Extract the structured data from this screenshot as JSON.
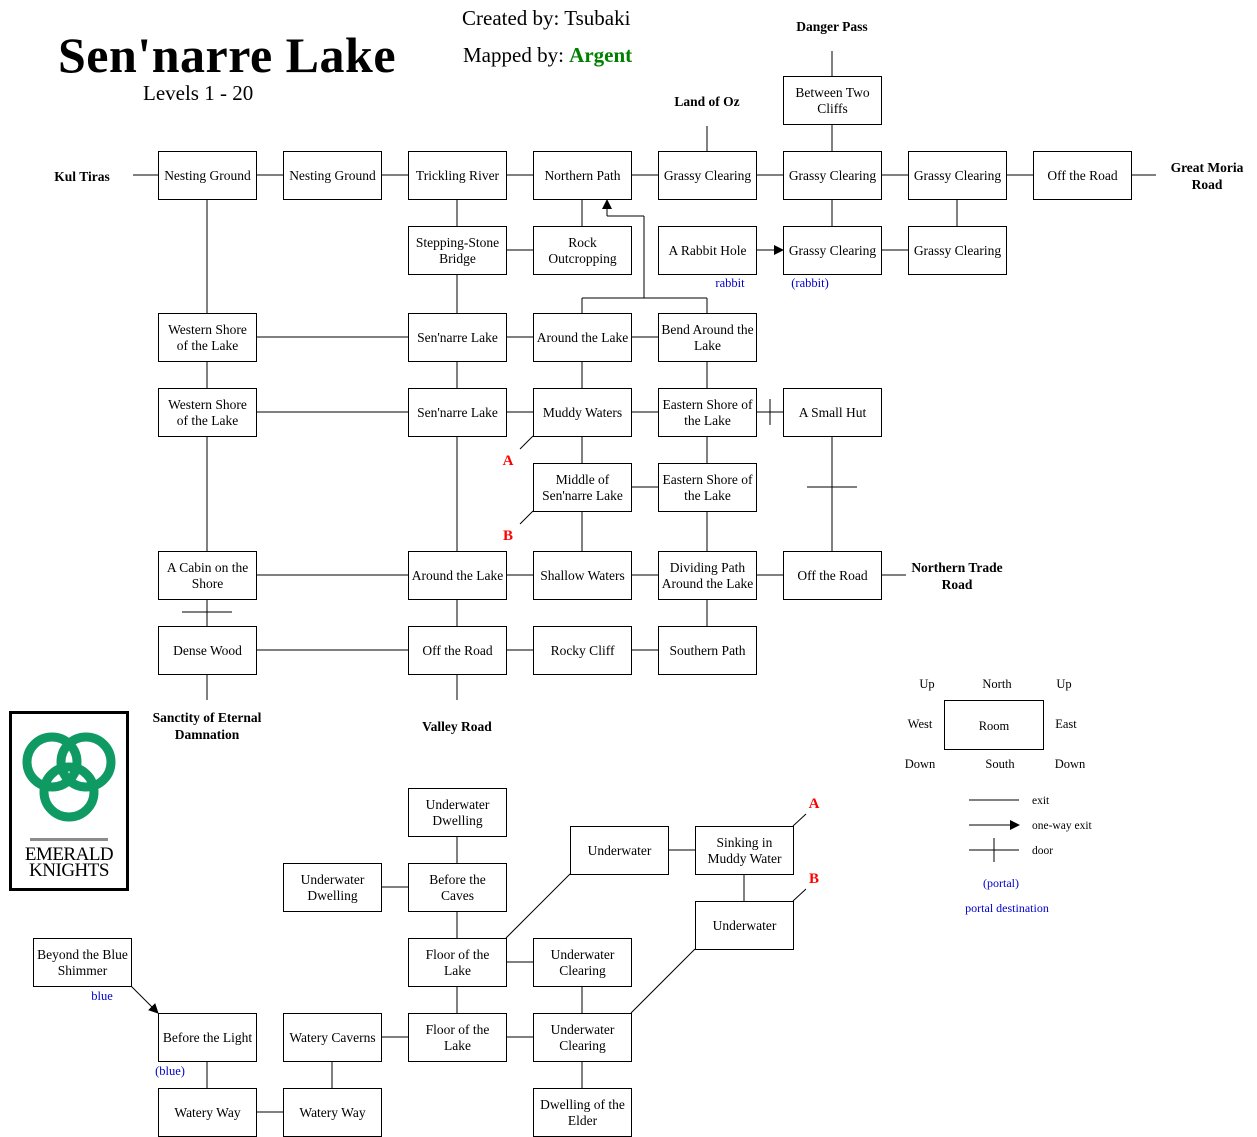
{
  "header": {
    "title": "Sen'narre Lake",
    "levels": "Levels 1 - 20",
    "created_by_label": "Created by:",
    "created_by": "Tsubaki",
    "mapped_by_label": "Mapped by:",
    "mapped_by": "Argent"
  },
  "logo": {
    "line1": "EMERALD",
    "line2": "KNIGHTS",
    "color": "#0f9a63"
  },
  "colors": {
    "portal": "#0000cc",
    "marker": "#ff0000",
    "mapped_by": "#008000"
  },
  "rooms": [
    {
      "id": "nesting1",
      "label": "Nesting Ground"
    },
    {
      "id": "nesting2",
      "label": "Nesting Ground"
    },
    {
      "id": "trickling",
      "label": "Trickling River"
    },
    {
      "id": "northern_path",
      "label": "Northern Path"
    },
    {
      "id": "grassy1",
      "label": "Grassy Clearing"
    },
    {
      "id": "grassy2",
      "label": "Grassy Clearing"
    },
    {
      "id": "grassy3",
      "label": "Grassy Clearing"
    },
    {
      "id": "off_road_ne",
      "label": "Off the Road"
    },
    {
      "id": "between_cliffs",
      "label": "Between Two Cliffs"
    },
    {
      "id": "stepping",
      "label": "Stepping-Stone Bridge"
    },
    {
      "id": "rock",
      "label": "Rock Outcropping"
    },
    {
      "id": "rabbit_hole",
      "label": "A Rabbit Hole"
    },
    {
      "id": "grassy4",
      "label": "Grassy Clearing"
    },
    {
      "id": "grassy5",
      "label": "Grassy Clearing"
    },
    {
      "id": "west_shore1",
      "label": "Western Shore of the Lake"
    },
    {
      "id": "lake1",
      "label": "Sen'narre Lake"
    },
    {
      "id": "around1",
      "label": "Around the Lake"
    },
    {
      "id": "bend",
      "label": "Bend Around the Lake"
    },
    {
      "id": "west_shore2",
      "label": "Western Shore of the Lake"
    },
    {
      "id": "lake2",
      "label": "Sen'narre Lake"
    },
    {
      "id": "muddy",
      "label": "Muddy Waters"
    },
    {
      "id": "east_shore1",
      "label": "Eastern Shore of the Lake"
    },
    {
      "id": "small_hut",
      "label": "A Small Hut"
    },
    {
      "id": "middle",
      "label": "Middle of Sen'narre Lake"
    },
    {
      "id": "east_shore2",
      "label": "Eastern Shore of the Lake"
    },
    {
      "id": "cabin",
      "label": "A Cabin on the Shore"
    },
    {
      "id": "around2",
      "label": "Around the Lake"
    },
    {
      "id": "shallow",
      "label": "Shallow Waters"
    },
    {
      "id": "dividing",
      "label": "Dividing Path Around the Lake"
    },
    {
      "id": "off_road_e",
      "label": "Off the Road"
    },
    {
      "id": "dense_wood",
      "label": "Dense Wood"
    },
    {
      "id": "off_road_s",
      "label": "Off the Road"
    },
    {
      "id": "rocky_cliff",
      "label": "Rocky Cliff"
    },
    {
      "id": "southern_path",
      "label": "Southern Path"
    },
    {
      "id": "uw_dwelling1",
      "label": "Underwater Dwelling"
    },
    {
      "id": "uw_dwelling2",
      "label": "Underwater Dwelling"
    },
    {
      "id": "before_caves",
      "label": "Before the Caves"
    },
    {
      "id": "underwater1",
      "label": "Underwater"
    },
    {
      "id": "sinking",
      "label": "Sinking in Muddy Water"
    },
    {
      "id": "underwater2",
      "label": "Underwater"
    },
    {
      "id": "beyond_blue",
      "label": "Beyond the Blue Shimmer"
    },
    {
      "id": "floor1",
      "label": "Floor of the Lake"
    },
    {
      "id": "uw_clearing1",
      "label": "Underwater Clearing"
    },
    {
      "id": "before_light",
      "label": "Before the Light"
    },
    {
      "id": "watery_caverns",
      "label": "Watery Caverns"
    },
    {
      "id": "floor2",
      "label": "Floor of the Lake"
    },
    {
      "id": "uw_clearing2",
      "label": "Underwater Clearing"
    },
    {
      "id": "watery_way1",
      "label": "Watery Way"
    },
    {
      "id": "watery_way2",
      "label": "Watery Way"
    },
    {
      "id": "dwelling_elder",
      "label": "Dwelling of the Elder"
    }
  ],
  "zone_exits": [
    {
      "id": "kul_tiras",
      "label": "Kul Tiras"
    },
    {
      "id": "land_of_oz",
      "label": "Land of Oz"
    },
    {
      "id": "danger_pass",
      "label": "Danger Pass"
    },
    {
      "id": "great_moria",
      "label": "Great Moria Road"
    },
    {
      "id": "northern_trade",
      "label": "Northern Trade Road"
    },
    {
      "id": "sanctity",
      "label": "Sanctity of Eternal Damnation"
    },
    {
      "id": "valley_road",
      "label": "Valley Road"
    }
  ],
  "portal_labels": [
    {
      "id": "rabbit_src",
      "label": "rabbit"
    },
    {
      "id": "rabbit_dst",
      "label": "(rabbit)"
    },
    {
      "id": "blue_src",
      "label": "blue"
    },
    {
      "id": "blue_dst",
      "label": "(blue)"
    }
  ],
  "markers": [
    {
      "id": "A_top",
      "label": "A"
    },
    {
      "id": "B_top",
      "label": "B"
    },
    {
      "id": "A_bottom",
      "label": "A"
    },
    {
      "id": "B_bottom",
      "label": "B"
    }
  ],
  "legend": {
    "room": "Room",
    "north": "North",
    "south": "South",
    "east": "East",
    "west": "West",
    "up_left": "Up",
    "up_right": "Up",
    "down_left": "Down",
    "down_right": "Down",
    "exit": "exit",
    "one_way": "one-way exit",
    "door": "door",
    "portal": "(portal)",
    "portal_dest": "portal destination"
  }
}
